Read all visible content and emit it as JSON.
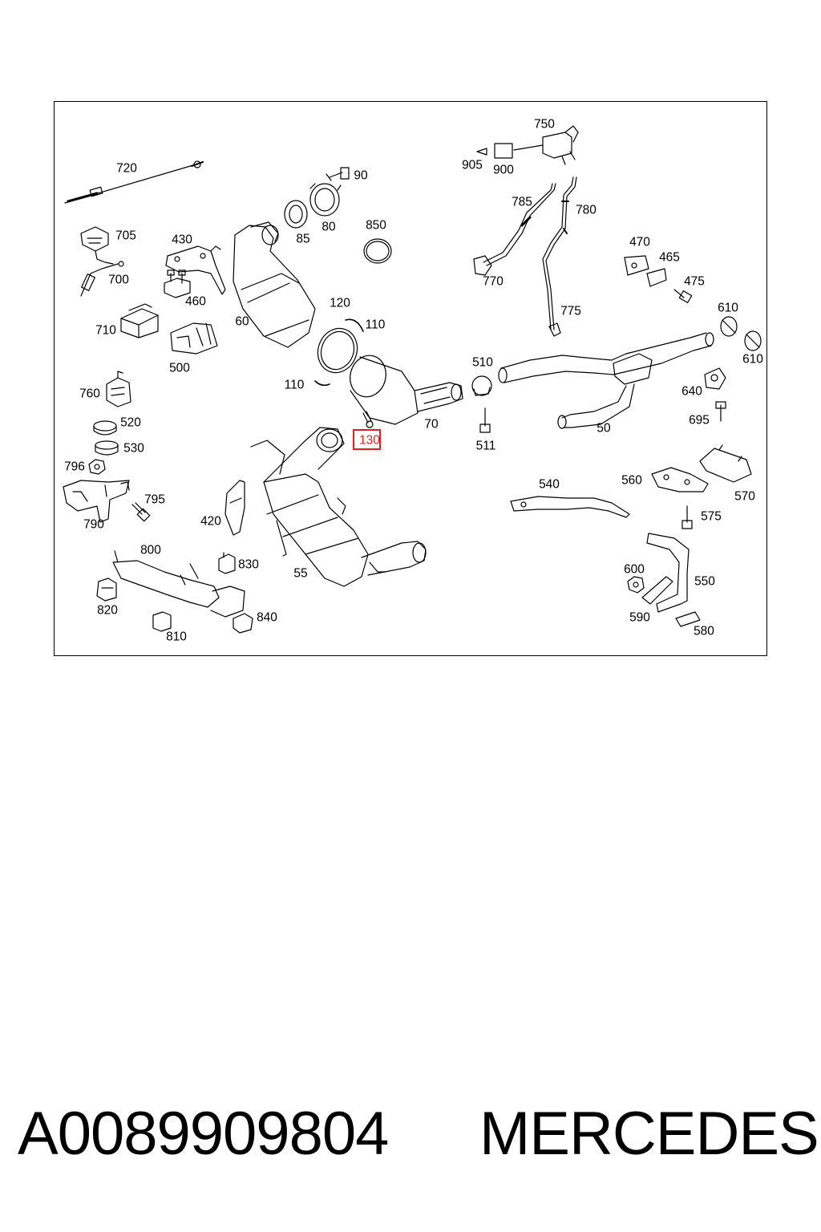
{
  "diagram": {
    "highlight_color": "#e02020",
    "highlighted_label": "130",
    "labels": {
      "l720": "720",
      "l705": "705",
      "l700": "700",
      "l710": "710",
      "l760": "760",
      "l520": "520",
      "l530": "530",
      "l796": "796",
      "l790": "790",
      "l795": "795",
      "l430": "430",
      "l460": "460",
      "l500": "500",
      "l60": "60",
      "l90": "90",
      "l85": "85",
      "l80": "80",
      "l850": "850",
      "l120": "120",
      "l110a": "110",
      "l110b": "110",
      "l70": "70",
      "l420": "420",
      "l55": "55",
      "l800": "800",
      "l830": "830",
      "l820": "820",
      "l810": "810",
      "l840": "840",
      "l750": "750",
      "l905": "905",
      "l900": "900",
      "l785": "785",
      "l780": "780",
      "l770": "770",
      "l775": "775",
      "l470": "470",
      "l465": "465",
      "l475": "475",
      "l610a": "610",
      "l610b": "610",
      "l510": "510",
      "l511": "511",
      "l50": "50",
      "l640": "640",
      "l695": "695",
      "l540": "540",
      "l560": "560",
      "l570": "570",
      "l575": "575",
      "l600": "600",
      "l550": "550",
      "l590": "590",
      "l580": "580"
    }
  },
  "footer": {
    "part_number": "A0089909804",
    "brand": "MERCEDES"
  }
}
